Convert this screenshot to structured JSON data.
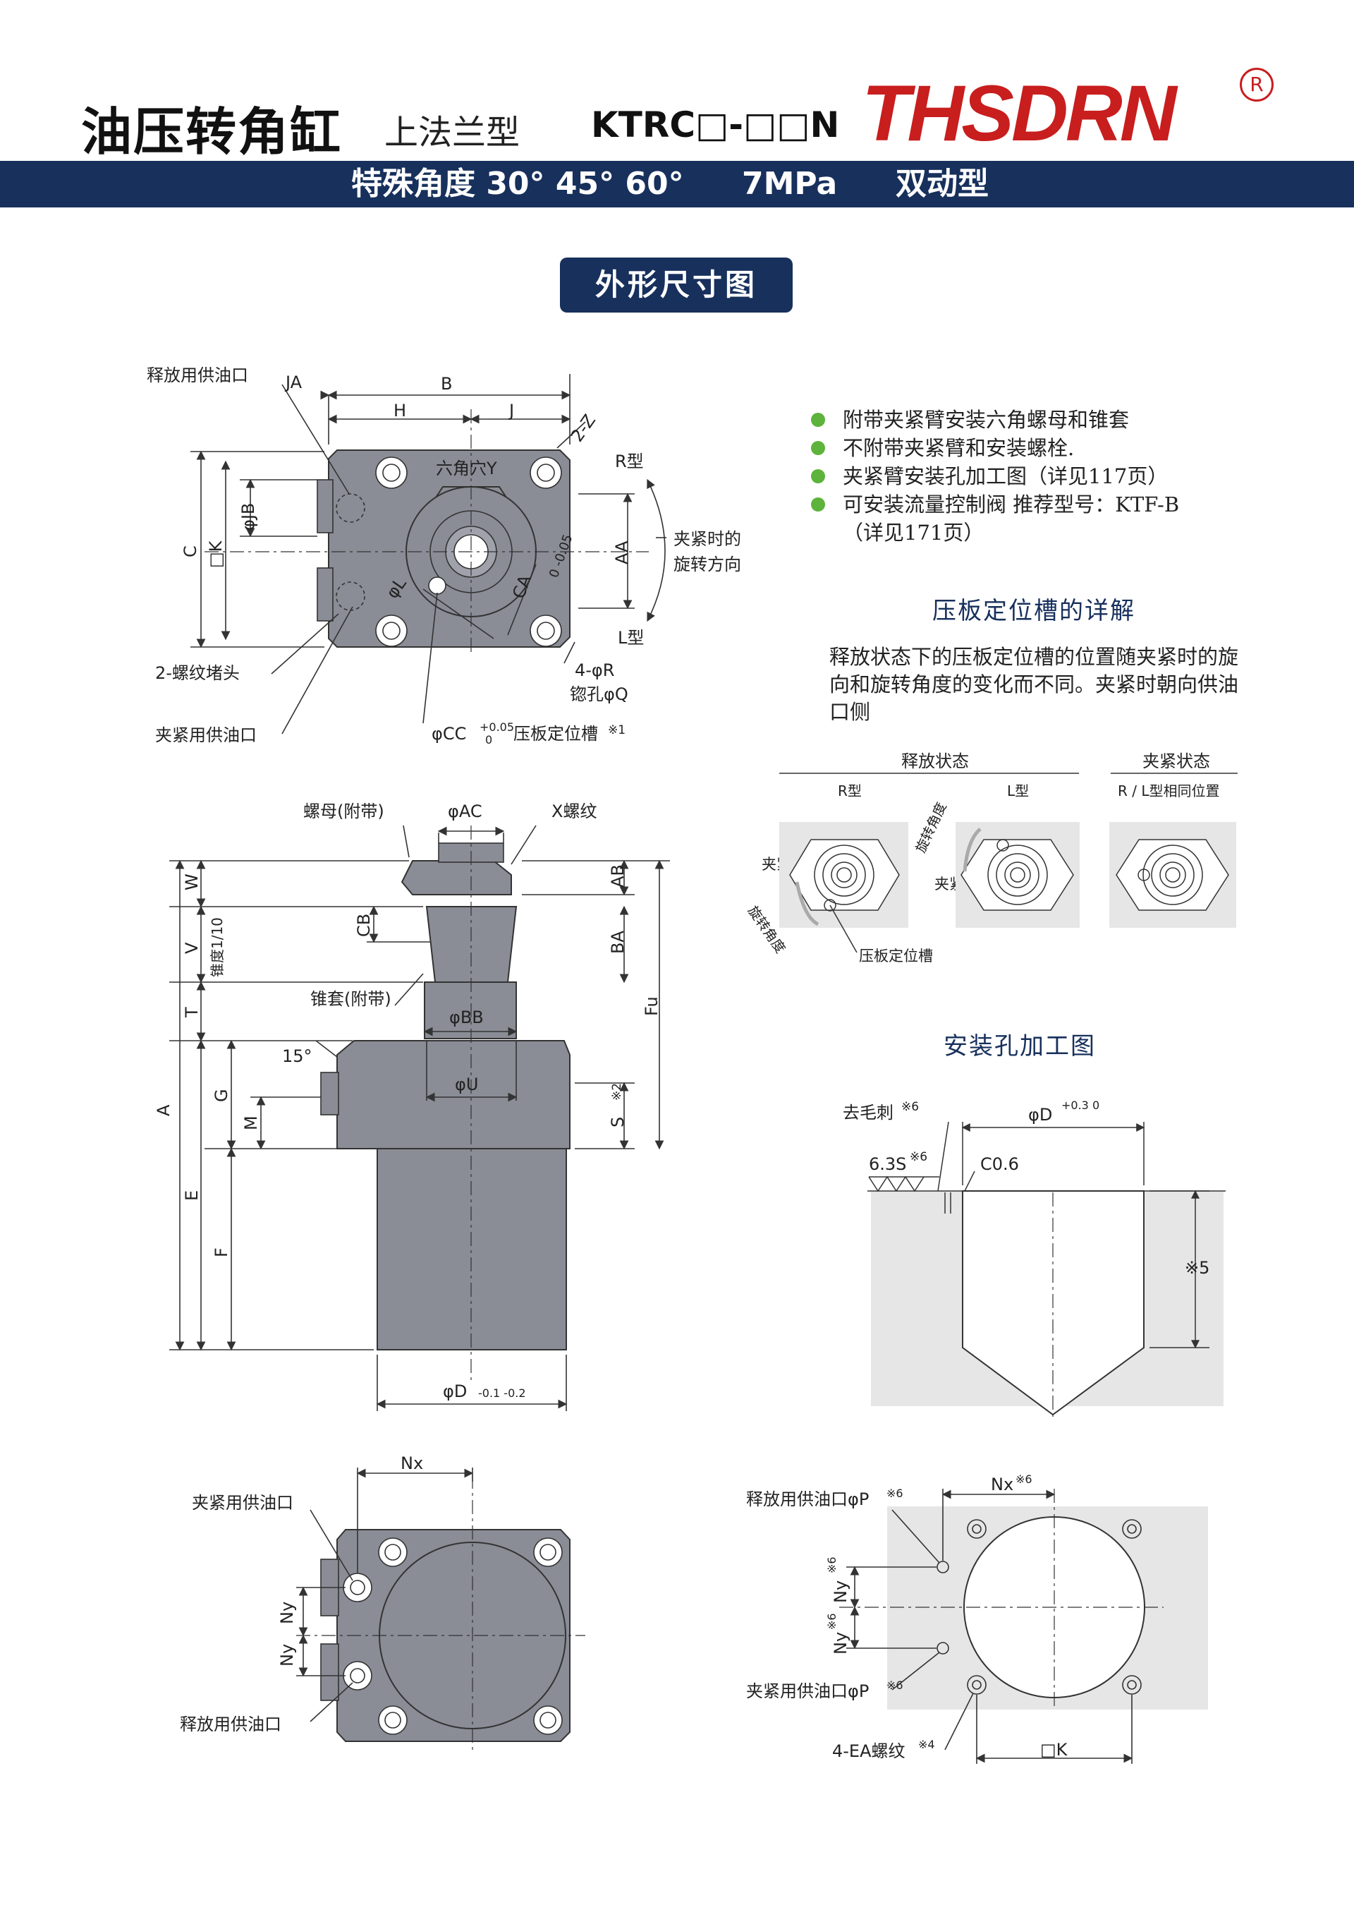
{
  "header": {
    "title": "油压转角缸",
    "subtitle": "上法兰型",
    "model": "KTRC□-□□N",
    "brand": "THSDRN",
    "registered_mark": "R"
  },
  "band": {
    "angles": "特殊角度 30° 45° 60°",
    "pressure": "7MPa",
    "type": "双动型"
  },
  "section_title": "外形尺寸图",
  "notes": [
    "附带夹紧臂安装六角螺母和锥套",
    "不附带夹紧臂和安装螺栓.",
    "夹紧臂安装孔加工图（详见117页）",
    "可安装流量控制阀 推荐型号：KTF-B",
    "（详见171页）"
  ],
  "plate_groove": {
    "title": "压板定位槽的详解",
    "description": "释放状态下的压板定位槽的位置随夹紧时的旋向和旋转角度的变化而不同。夹紧时朝向供油口侧",
    "release_state": "释放状态",
    "clamp_state": "夹紧状态",
    "r_type": "R型",
    "l_type": "L型",
    "rl_same": "R / L型相同位置",
    "clamp": "夹紧",
    "rotation_angle": "旋转角度",
    "groove_label": "压板定位槽"
  },
  "mount_hole": {
    "title": "安装孔加工图"
  },
  "top_view": {
    "release_port": "释放用供油口",
    "clamp_port": "夹紧用供油口",
    "plug": "2-螺纹堵头",
    "JA": "JA",
    "B": "B",
    "H": "H",
    "J": "J",
    "ZZ": "2-Z",
    "hex_hole": "六角穴Y",
    "R_type": "R型",
    "L_type": "L型",
    "clamp_rot_1": "夹紧时的",
    "clamp_rot_2": "旋转方向",
    "C": "C",
    "K": "□K",
    "JB": "φJB",
    "L": "φL",
    "AA": "AA",
    "CA": "CA",
    "CA_tol": "0 -0.05",
    "R_holes": "4-φR",
    "Q_holes": "锪孔φQ",
    "CC": "φCC",
    "CC_tol_up": "+0.05",
    "CC_tol_lo": "0",
    "CC_note": "压板定位槽",
    "mark1": "※1"
  },
  "side_view": {
    "nut": "螺母(附带)",
    "AC": "φAC",
    "X_thread": "X螺纹",
    "W": "W",
    "V": "V",
    "T": "T",
    "A": "A",
    "G": "G",
    "M": "M",
    "E": "E",
    "F": "F",
    "taper": "锥度1/10",
    "CB": "CB",
    "AB": "AB",
    "BA": "BA",
    "Fu": "Fu",
    "cone": "锥套(附带)",
    "BB": "φBB",
    "deg15": "15°",
    "U": "φU",
    "S": "S",
    "mark2": "※2",
    "D": "φD",
    "D_tol": "-0.1 -0.2"
  },
  "hole_drawing": {
    "deburr": "去毛刺",
    "mark6": "※6",
    "roughness": "6.3S",
    "C06": "C0.6",
    "D": "φD",
    "D_tol": "+0.3 0",
    "mark5": "※5"
  },
  "bottom_view": {
    "clamp_port": "夹紧用供油口",
    "release_port": "释放用供油口",
    "Nx": "Nx",
    "Ny": "Ny"
  },
  "bottom_mount": {
    "release_P": "释放用供油口φP",
    "clamp_P": "夹紧用供油口φP",
    "Nx": "Nx",
    "Ny": "Ny",
    "mark6": "※6",
    "EA": "4-EA螺纹",
    "mark4": "※4",
    "K": "□K"
  },
  "colors": {
    "brand_red": "#c81e1e",
    "navy": "#17305c",
    "body_gray": "#8a8d96",
    "bullet_green": "#5db33b",
    "panel_gray": "#e6e6e6"
  }
}
